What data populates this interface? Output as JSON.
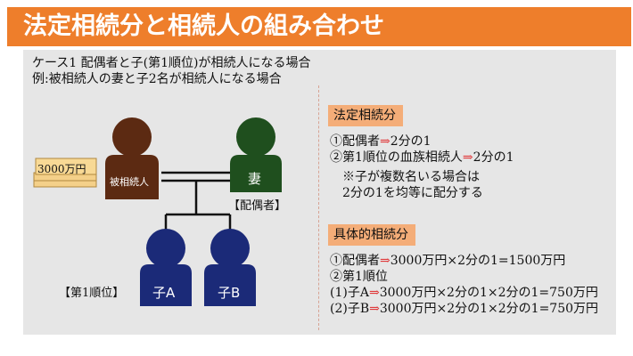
{
  "title": "法定相続分と相続人の組み合わせ",
  "case_line1": "ケース1 配偶者と子(第1順位)が相続人になる場合",
  "case_line2": "例:被相続人の妻と子2名が相続人になる場合",
  "money": "3000万円",
  "people": {
    "deceased": "被相続人",
    "wife": "妻",
    "wife_caption": "【配偶者】",
    "child_a": "子A",
    "child_b": "子B",
    "children_caption": "【第1順位】"
  },
  "colors": {
    "deceased": "#5c2a12",
    "wife": "#1f4f1e",
    "children": "#1b2a78"
  },
  "legal": {
    "heading": "法定相続分",
    "line1_a": "①配偶者",
    "line1_arrow": "⇒",
    "line1_b": "2分の1",
    "line2_a": "②第1順位の血族相続人",
    "line2_arrow": "⇒",
    "line2_b": "2分の1",
    "note1": "※子が複数名いる場合は",
    "note2": "2分の1を均等に配分する"
  },
  "concrete": {
    "heading": "具体的相続分",
    "line1_a": "①配偶者",
    "line1_arrow": "⇒",
    "line1_b": "3000万円×2分の1=1500万円",
    "line2": "②第1順位",
    "line3_a": "(1)子A",
    "line3_arrow": "⇒",
    "line3_b": "3000万円×2分の1×2分の1=750万円",
    "line4_a": "(2)子B",
    "line4_arrow": "⇒",
    "line4_b": "3000万円×2分の1×2分の1=750万円"
  }
}
